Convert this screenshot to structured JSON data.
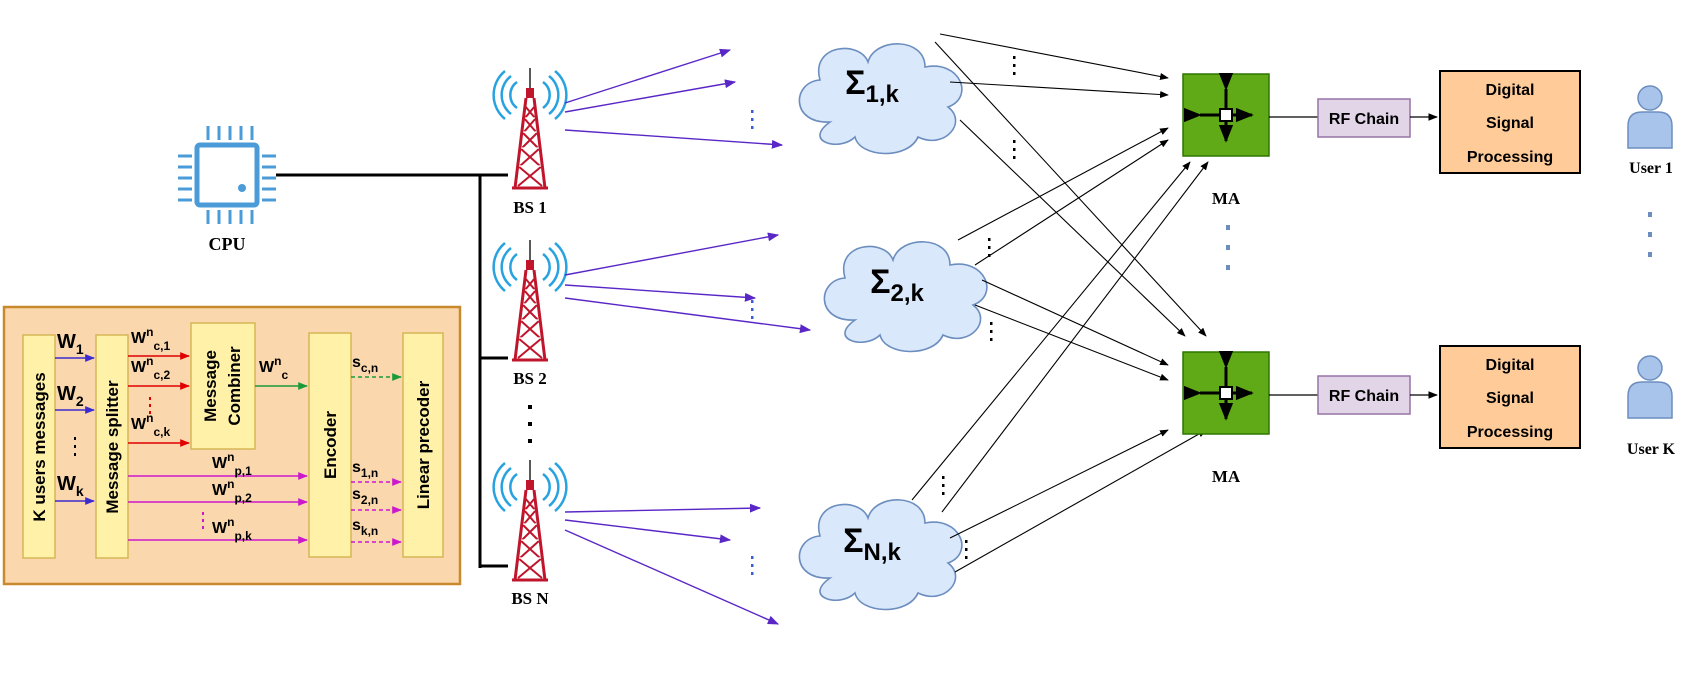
{
  "cpu": {
    "label": "CPU"
  },
  "base_stations": [
    {
      "label": "BS 1"
    },
    {
      "label": "BS 2"
    },
    {
      "label": "BS N"
    }
  ],
  "clusters": [
    {
      "sym": "Σ",
      "sub": "1,k"
    },
    {
      "sym": "Σ",
      "sub": "2,k"
    },
    {
      "sym": "Σ",
      "sub": "N,k"
    }
  ],
  "antennas": [
    {
      "label": "MA"
    },
    {
      "label": "MA"
    }
  ],
  "rf_chain": {
    "label": "RF Chain"
  },
  "dsp": {
    "line1": "Digital",
    "line2": "Signal",
    "line3": "Processing"
  },
  "users": [
    {
      "label": "User 1"
    },
    {
      "label": "User K"
    }
  ],
  "inset": {
    "k_users_messages": "K users messages",
    "message_splitter": "Message splitter",
    "message_combiner_1": "Message",
    "message_combiner_2": "Combiner",
    "encoder": "Encoder",
    "linear_precoder": "Linear precoder",
    "w": [
      {
        "base": "W",
        "sub": "1"
      },
      {
        "base": "W",
        "sub": "2"
      },
      {
        "base": "W",
        "sub": "k"
      }
    ],
    "wc": [
      {
        "base": "W",
        "sup": "n",
        "sub": "c,1"
      },
      {
        "base": "W",
        "sup": "n",
        "sub": "c,2"
      },
      {
        "base": "W",
        "sup": "n",
        "sub": "c,k"
      }
    ],
    "wc_combined": {
      "base": "W",
      "sup": "n",
      "sub": "c"
    },
    "wp": [
      {
        "base": "W",
        "sup": "n",
        "sub": "p,1"
      },
      {
        "base": "W",
        "sup": "n",
        "sub": "p,2"
      },
      {
        "base": "W",
        "sup": "n",
        "sub": "p,k"
      }
    ],
    "s": [
      {
        "base": "s",
        "sub": "c,n"
      },
      {
        "base": "s",
        "sub": "1,n"
      },
      {
        "base": "s",
        "sub": "2,n"
      },
      {
        "base": "s",
        "sub": "k,n"
      }
    ]
  },
  "colors": {
    "inset_bg": "#fad7ac",
    "inset_border": "#c98a2e",
    "block_fill": "#fff2a8",
    "block_border": "#d6b656",
    "cloud_fill": "#dae8fc",
    "cloud_border": "#6c8ebf",
    "ma_fill": "#60a917",
    "rf_fill": "#e1d5e7",
    "dsp_fill": "#ffcc99",
    "user_fill": "#a9c4eb",
    "purple_arrow": "#5a27c7",
    "red_arrow": "#e00000",
    "green_arrow": "#1a9a3a",
    "magenta_arrow": "#cc18cc",
    "cpu_blue": "#4b9bd8"
  }
}
